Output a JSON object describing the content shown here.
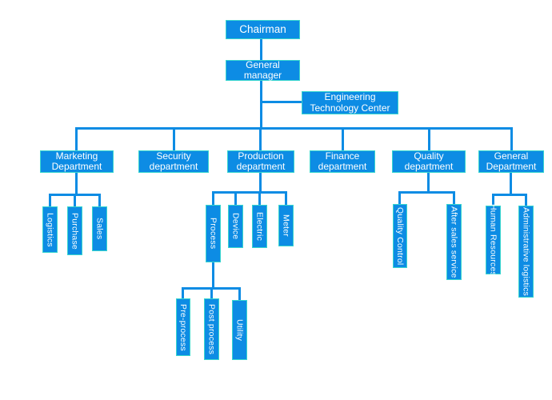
{
  "diagram": {
    "type": "org-chart",
    "colors": {
      "node_fill": "#0d8ce4",
      "node_border": "#38d6ce",
      "connector": "#0d8ce4",
      "node_text": "#ffffff",
      "background": "#ffffff"
    },
    "nodes": {
      "chairman": {
        "label": "Chairman"
      },
      "general_manager": {
        "label": "General manager"
      },
      "engineering_technology_center": {
        "label": "Engineering Technology Center"
      },
      "marketing_department": {
        "label": "Marketing Department"
      },
      "security_department": {
        "label": "Security department"
      },
      "production_department": {
        "label": "Production department"
      },
      "finance_department": {
        "label": "Finance department"
      },
      "quality_department": {
        "label": "Quality department"
      },
      "general_department": {
        "label": "General Department"
      },
      "logistics": {
        "label": "Logistics"
      },
      "purchase": {
        "label": "Purchase"
      },
      "sales": {
        "label": "Sales"
      },
      "process": {
        "label": "Process"
      },
      "device": {
        "label": "Device"
      },
      "electric": {
        "label": "Electric"
      },
      "meter": {
        "label": "Meter"
      },
      "pre_process": {
        "label": "Pre-process"
      },
      "post_process": {
        "label": "Post process"
      },
      "utility": {
        "label": "Utility"
      },
      "quality_control": {
        "label": "Quality Control"
      },
      "after_sales_service": {
        "label": "After sales service"
      },
      "human_resources": {
        "label": "Human Resources"
      },
      "administrative_logistics": {
        "label": "Administrative logistics"
      }
    },
    "hierarchy": [
      {
        "parent": "Chairman",
        "children": [
          "General manager"
        ]
      },
      {
        "parent": "General manager",
        "children": [
          "Engineering Technology Center",
          "Marketing Department",
          "Security department",
          "Production department",
          "Finance department",
          "Quality department",
          "General Department"
        ]
      },
      {
        "parent": "Marketing Department",
        "children": [
          "Logistics",
          "Purchase",
          "Sales"
        ]
      },
      {
        "parent": "Production department",
        "children": [
          "Process",
          "Device",
          "Electric",
          "Meter"
        ]
      },
      {
        "parent": "Process",
        "children": [
          "Pre-process",
          "Post process",
          "Utility"
        ]
      },
      {
        "parent": "Quality department",
        "children": [
          "Quality Control",
          "After sales service"
        ]
      },
      {
        "parent": "General Department",
        "children": [
          "Human Resources",
          "Administrative logistics"
        ]
      }
    ]
  }
}
